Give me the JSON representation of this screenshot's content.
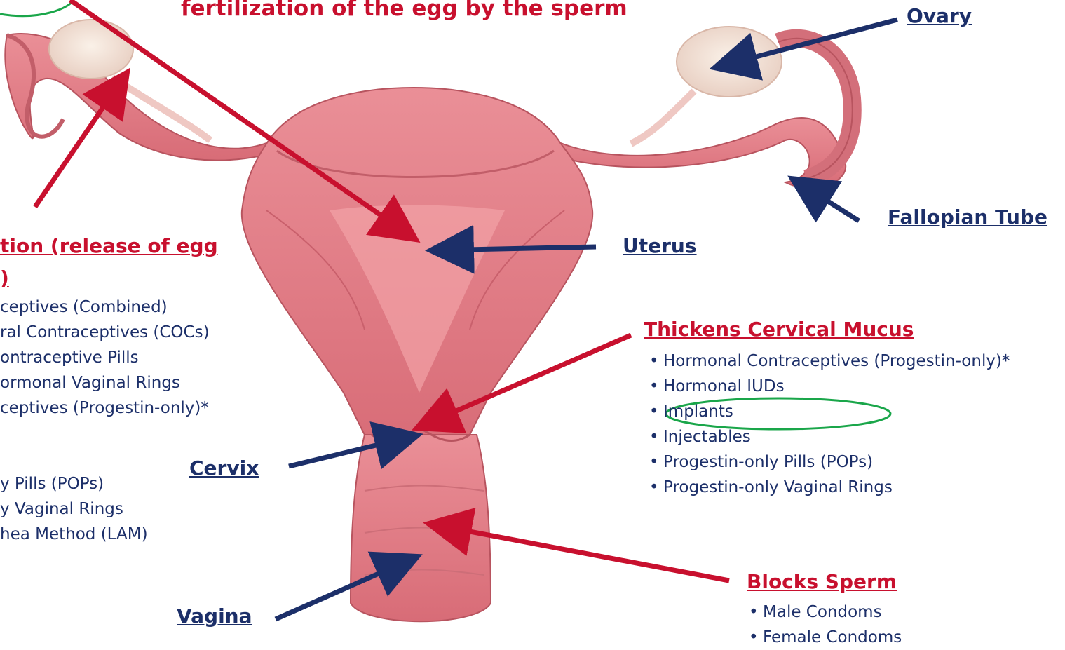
{
  "colors": {
    "navy": "#1c2f69",
    "crimson": "#c8102e",
    "green": "#1aa64a",
    "tissue": "#e07b85"
  },
  "header": {
    "title": "fertilization of the egg by the sperm"
  },
  "labels": {
    "ovary": "Ovary",
    "fallopian": "Fallopian Tube",
    "uterus": "Uterus",
    "cervix": "Cervix",
    "vagina": "Vagina"
  },
  "ovulation": {
    "heading_line1": "tion (release of egg",
    "heading_line2": ")",
    "items": [
      "ceptives (Combined)",
      "ral Contraceptives (COCs)",
      "ontraceptive Pills",
      "ormonal Vaginal Rings",
      "ceptives (Progestin-only)*",
      "",
      "",
      "y Pills (POPs)",
      "y Vaginal Rings",
      "hea Method (LAM)"
    ]
  },
  "cervical_mucus": {
    "heading": "Thickens Cervical Mucus",
    "item": "Hormonal Contraceptives (Progestin-only)*",
    "subitems": [
      "Hormonal IUDs",
      "Implants",
      "Injectables",
      "Progestin-only Pills (POPs)",
      "Progestin-only Vaginal Rings"
    ]
  },
  "blocks_sperm": {
    "heading": "Blocks Sperm",
    "items": [
      "Male Condoms",
      "Female Condoms"
    ]
  },
  "icons": [
    "uterus-illustration",
    "arrow-icon",
    "highlight-ellipse"
  ]
}
